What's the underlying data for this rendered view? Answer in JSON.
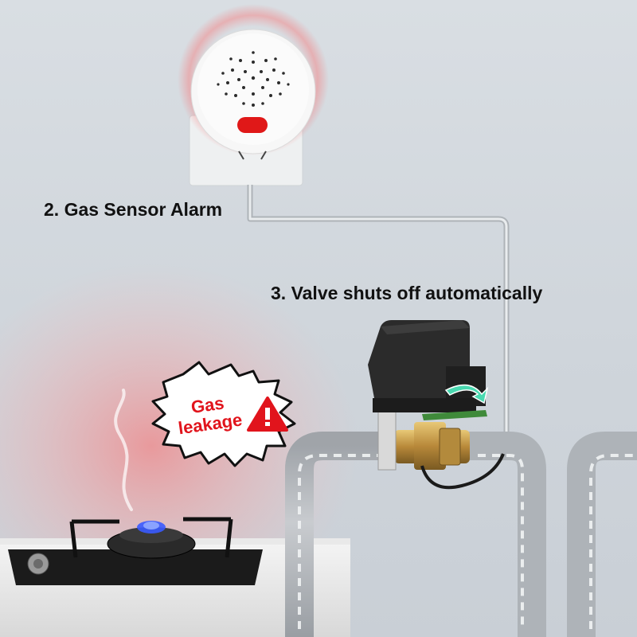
{
  "labels": {
    "step2": "2. Gas Sensor Alarm",
    "step3": "3. Valve shuts off automatically",
    "alert_line1": "Gas",
    "alert_line2": "leakage"
  },
  "colors": {
    "alert_red": "#e1141c",
    "wall": "#d6dbe0",
    "pipe": "#b9bdc1",
    "valve_actuator": "#2a2a2a",
    "brass": "#c9a24a",
    "flame": "#3a5bff"
  },
  "icons": {
    "warning": "warning-triangle-icon",
    "flame": "gas-flame-icon"
  }
}
